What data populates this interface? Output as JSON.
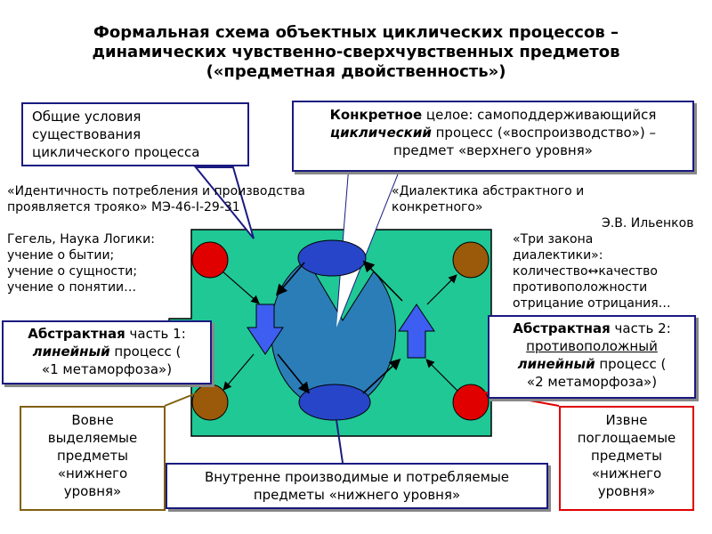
{
  "title": {
    "line1": "Формальная схема объектных циклических процессов –",
    "line2": "динамических чувственно-сверхчувственных предметов",
    "line3": "(«предметная двойственность»)"
  },
  "callouts": {
    "general_conditions": {
      "text": "Общие условия существования циклического процесса"
    },
    "concrete_whole": {
      "bold": "Конкретное",
      "t1": " целое: самоподдерживающийся ",
      "bi": "циклический",
      "t2": " процесс («воспроизводство») – предмет «верхнего уровня»"
    },
    "abstract_part1": {
      "bold": "Абстрактная",
      "t1": " часть 1: ",
      "bi": "линейный",
      "t2": " процесс (",
      "t3": "«1 метаморфоза»)"
    },
    "abstract_part2": {
      "bold": "Абстрактная",
      "t1": " часть 2: ",
      "u1": "противоположный",
      "bi": "линейный",
      "t2": " процесс (",
      "t3": "«2 метаморфоза»)"
    },
    "outside_emitted": {
      "text": "Вовне выделяемые предметы «нижнего уровня»"
    },
    "outside_absorbed": {
      "text": "Извне поглощаемые предметы «нижнего уровня»"
    },
    "internal": {
      "text": "Внутренне производимые и потребляемые предметы «нижнего уровня»"
    }
  },
  "quotes": {
    "identity": "«Идентичность потребления и производства проявляется трояко» МЭ-46-I-29-31",
    "hegel_l1": "Гегель, Наука Логики:",
    "hegel_l2": "учение о бытии;",
    "hegel_l3": "учение о сущности;",
    "hegel_l4": "учение о понятии…",
    "dialectic": "«Диалектика абстрактного и конкретного»",
    "ilyenkov": "Э.В. Ильенков",
    "laws_l1": "«Три закона",
    "laws_l2": "диалектики»:",
    "laws_l3": "количество↔качество",
    "laws_l4": "противоположности",
    "laws_l5": "отрицание отрицания…"
  },
  "colors": {
    "panel": "#20c896",
    "panel_border": "#000000",
    "circle_main": "#2b7db8",
    "ellipse": "#2745c8",
    "arrow_block": "#3d5ef0",
    "red_node": "#e00000",
    "brown_node": "#9a5a0a",
    "navy": "#1a1a80",
    "red_border": "#e00000",
    "olive_border": "#806010"
  },
  "icons": {
    "down_arrow": "down-block-arrow-icon",
    "up_arrow": "up-block-arrow-icon"
  }
}
